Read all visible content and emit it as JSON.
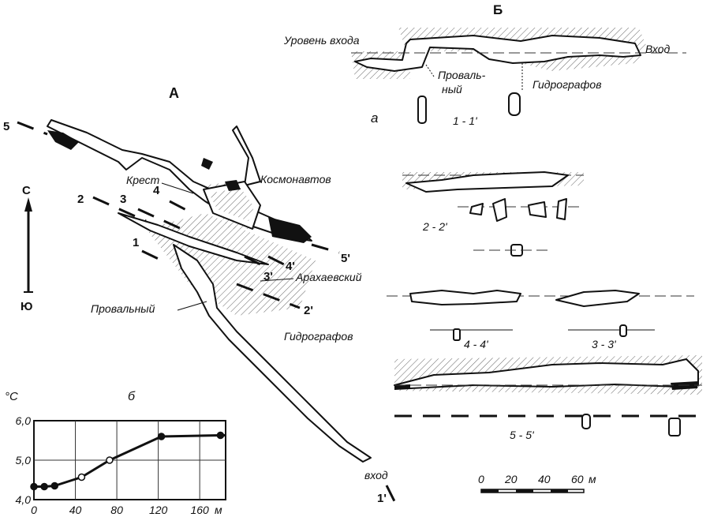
{
  "panels": {
    "plan_label": "А",
    "profile_label": "Б",
    "sections_label": "а",
    "chart_label": "б"
  },
  "compass": {
    "north": "С",
    "south": "Ю"
  },
  "plan_labels": {
    "kosmonavtov": "Космонавтов",
    "krest": "Крест",
    "arakhaevsky": "Арахаевский",
    "provalny": "Провальный",
    "gidrografov": "Гидрографов",
    "vkhod": "вход"
  },
  "section_lines": {
    "s1": "1",
    "s1p": "1'",
    "s2": "2",
    "s2p": "2'",
    "s3": "3",
    "s3p": "3'",
    "s4": "4",
    "s4p": "4'",
    "s5": "5",
    "s5p": "5'"
  },
  "profile_labels": {
    "entrance_level": "Уровень входа",
    "entrance": "Вход",
    "provalny_1": "Проваль-",
    "provalny_2": "ный",
    "gidrografov": "Гидрографов"
  },
  "section_titles": {
    "s11": "1 - 1'",
    "s22": "2 - 2'",
    "s44": "4 - 4'",
    "s33": "3 - 3'",
    "s55": "5 - 5'"
  },
  "scale_bar": {
    "ticks": [
      "0",
      "20",
      "40",
      "60"
    ],
    "unit": "м"
  },
  "chart_data": {
    "type": "line",
    "title": "б",
    "xlabel": "м",
    "ylabel": "°С",
    "xlim": [
      0,
      185
    ],
    "ylim": [
      4.0,
      6.0
    ],
    "xticks": [
      "0",
      "40",
      "80",
      "120",
      "160"
    ],
    "yticks": [
      "4,0",
      "5,0",
      "6,0"
    ],
    "grid": true,
    "series": [
      {
        "name": "temperature",
        "x": [
          0,
          10,
          20,
          46,
          73,
          123,
          180
        ],
        "y": [
          4.33,
          4.33,
          4.35,
          4.57,
          5.0,
          5.6,
          5.63
        ]
      }
    ]
  }
}
